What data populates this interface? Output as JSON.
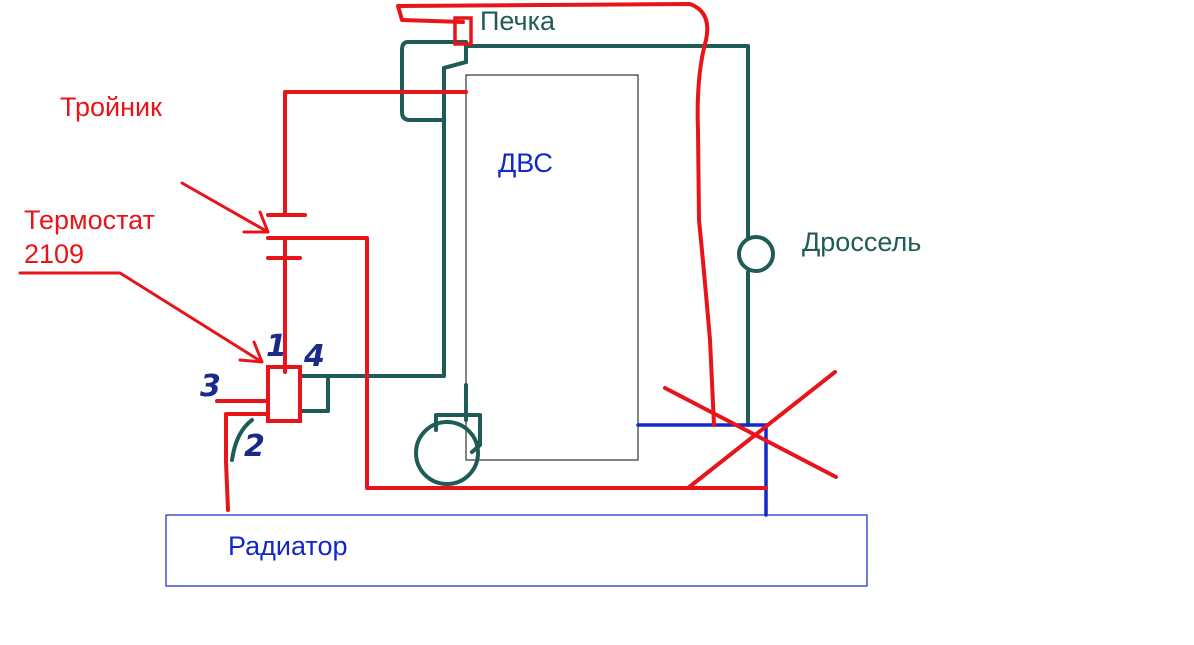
{
  "labels": {
    "pechka": "Печка",
    "troynik": "Тройник",
    "dvs": "ДВС",
    "thermostat_line1": "Термостат",
    "thermostat_line2": "2109",
    "drossel": "Дроссель",
    "radiator": "Радиатор"
  },
  "port_numbers": {
    "p1": "1",
    "p2": "2",
    "p3": "3",
    "p4": "4"
  },
  "colors": {
    "red": "#e8141a",
    "teal": "#1f5b57",
    "blue": "#1228c8",
    "navy": "#1a2a8a",
    "outline": "#333333"
  }
}
